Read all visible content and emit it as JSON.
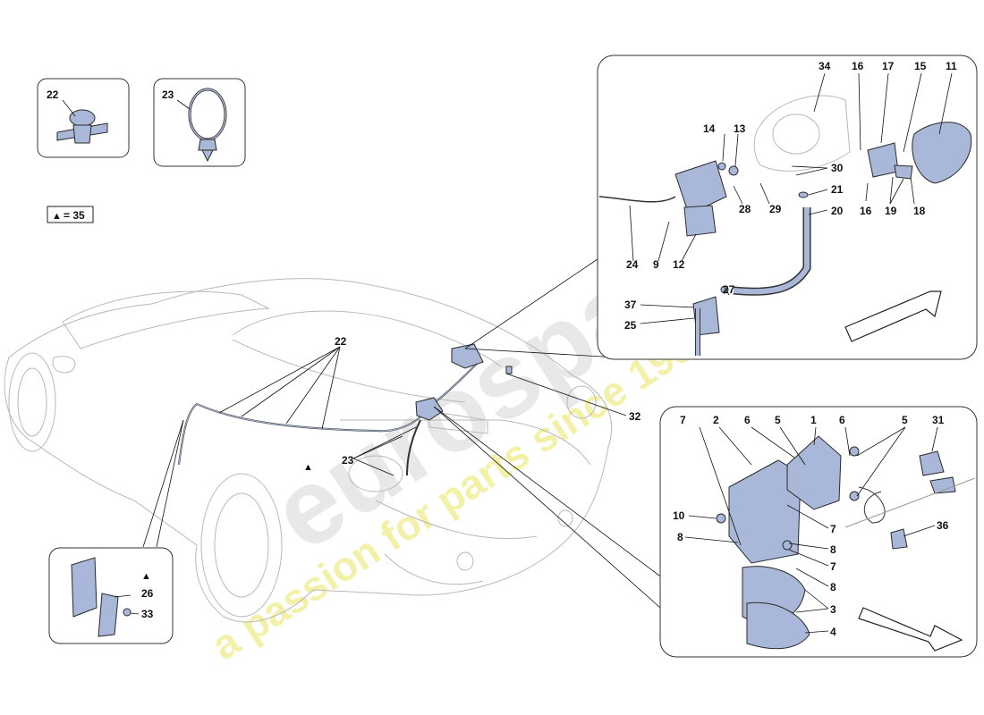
{
  "watermark": {
    "brand": "eurospares",
    "tagline": "a passion for parts since 1985"
  },
  "legend": {
    "symbol": "▲",
    "equals": "= 35"
  },
  "inset_labels": {
    "clip": "22",
    "tie": "23"
  },
  "main_labels": {
    "l22": "22",
    "l23": "23",
    "l32": "32",
    "tri_main": "▲"
  },
  "lower_left_inset": {
    "tri": "▲",
    "l26": "26",
    "l33": "33"
  },
  "top_right_inset": {
    "l34": "34",
    "l16a": "16",
    "l17": "17",
    "l15": "15",
    "l11": "11",
    "l14": "14",
    "l13": "13",
    "l30": "30",
    "l21": "21",
    "l20": "20",
    "l28": "28",
    "l29": "29",
    "l16b": "16",
    "l19": "19",
    "l18": "18",
    "l24": "24",
    "l9": "9",
    "l12": "12",
    "l27": "27",
    "l37": "37",
    "l25": "25"
  },
  "bottom_right_inset": {
    "l7a": "7",
    "l2": "2",
    "l6a": "6",
    "l5a": "5",
    "l1": "1",
    "l6b": "6",
    "l5b": "5",
    "l31": "31",
    "l10": "10",
    "l7b": "7",
    "l8a": "8",
    "l8b": "8",
    "l7c": "7",
    "l8c": "8",
    "l36": "36",
    "l3": "3",
    "l4": "4"
  }
}
